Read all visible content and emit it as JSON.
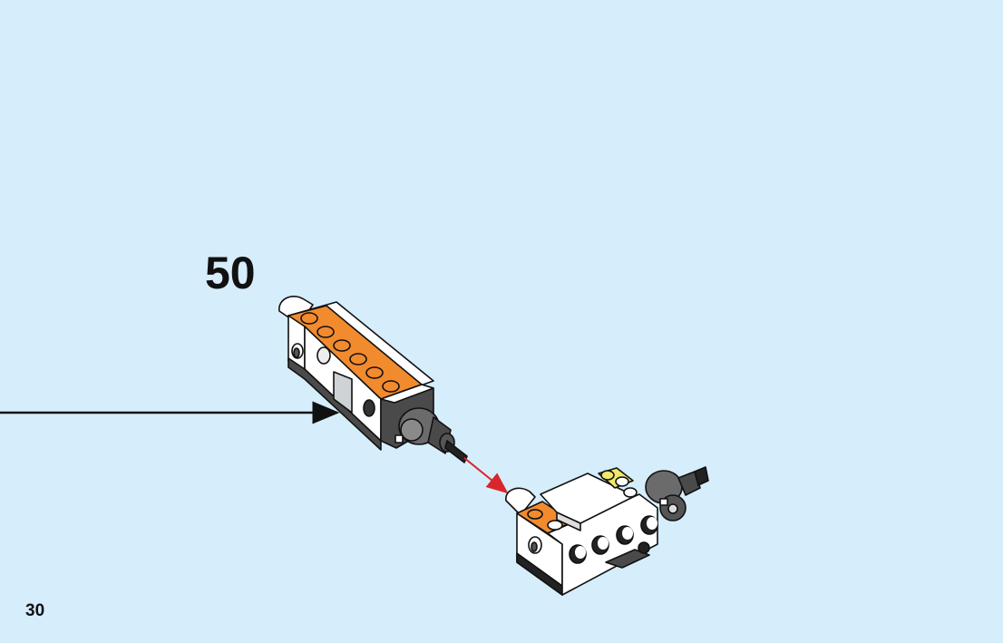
{
  "page": {
    "number": "30",
    "background": "#d6edfb"
  },
  "step": {
    "number": "50"
  },
  "parts": [
    {
      "name": "sub-assembly",
      "icon": "brick-beam-assembly-icon",
      "colors": [
        "#f28a2e",
        "#ffffff",
        "#4a4a4a"
      ]
    },
    {
      "name": "main-assembly",
      "icon": "brick-engine-assembly-icon",
      "colors": [
        "#ffffff",
        "#f28a2e",
        "#f2e86a",
        "#4a4a4a"
      ]
    }
  ],
  "arrows": [
    {
      "name": "placement-arrow",
      "color": "#111111"
    },
    {
      "name": "attach-arrow",
      "color": "#d8262c"
    }
  ]
}
